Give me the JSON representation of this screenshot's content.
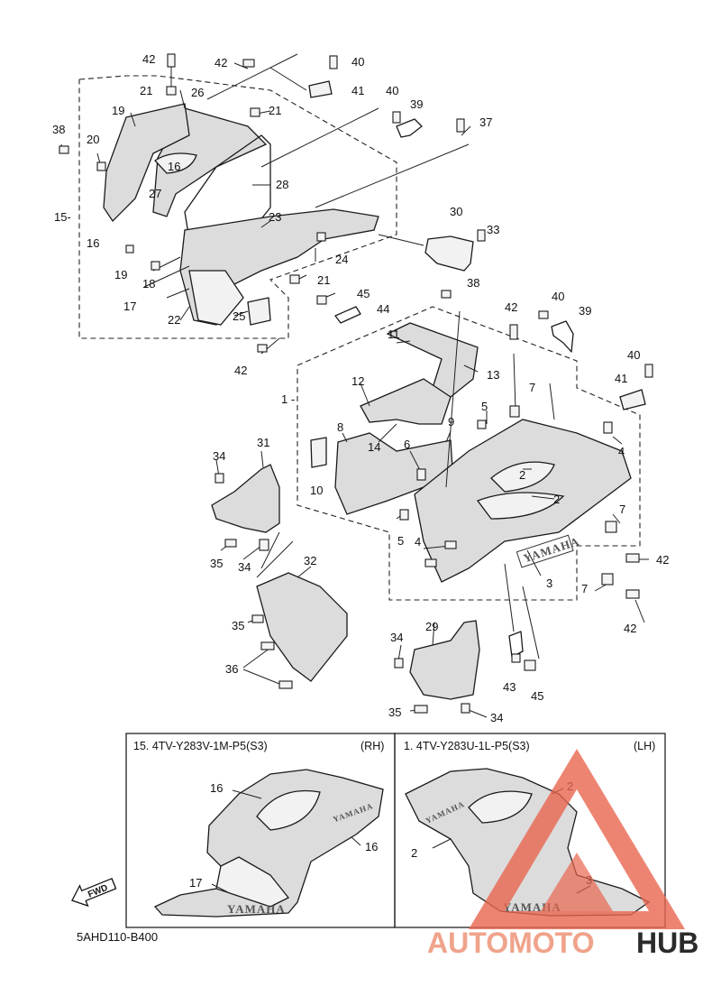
{
  "diagram_code": "5AHD110-B400",
  "fwd_label": "FWD",
  "callouts": {
    "c42a": "42",
    "c42b": "42",
    "c40a": "40",
    "c41a": "41",
    "c21a": "21",
    "c26": "26",
    "c21b": "21",
    "c19a": "19",
    "c38a": "38",
    "c20": "20",
    "c40b": "40",
    "c39a": "39",
    "c37": "37",
    "c16a": "16",
    "c28": "28",
    "c27": "27",
    "c15": "15-",
    "c16b": "16",
    "c23": "23",
    "c30": "30",
    "c33": "33",
    "c19b": "19",
    "c24": "24",
    "c18": "18",
    "c21c": "21",
    "c17a": "17",
    "c22": "22",
    "c25": "25",
    "c45a": "45",
    "c44": "44",
    "c38b": "38",
    "c42c": "42",
    "c40c": "40",
    "c39b": "39",
    "c11": "11",
    "c42d": "42",
    "c40d": "40",
    "c13": "13",
    "c41b": "41",
    "c1": "1 -",
    "c12": "12",
    "c7a": "7",
    "c5a": "5",
    "c8": "8",
    "c9": "9",
    "c14": "14",
    "c6": "6",
    "c4a": "4",
    "c2a": "2",
    "c31": "31",
    "c34a": "34",
    "c10": "10",
    "c2b": "2",
    "c7b": "7",
    "c5b": "5",
    "c4b": "4",
    "c42e": "42",
    "c35a": "35",
    "c34b": "34",
    "c32": "32",
    "c3a": "3",
    "c7c": "7",
    "c42f": "42",
    "c35b": "35",
    "c36": "36",
    "c29": "29",
    "c34c": "34",
    "c43": "43",
    "c45b": "45",
    "c35c": "35",
    "c34d": "34",
    "c16c": "16",
    "c16d": "16",
    "c17b": "17",
    "c2c": "2",
    "c2d": "2",
    "c3b": "3"
  },
  "detail_boxes": {
    "right": {
      "title": "15. 4TV-Y283V-1M-P5(S3)",
      "side": "(RH)"
    },
    "left": {
      "title": "1. 4TV-Y283U-1L-P5(S3)",
      "side": "(LH)"
    }
  },
  "brand_marks": {
    "yamaha": "YAMAHA"
  },
  "watermark": {
    "part1": "AUTOMOTO",
    "part2": "HUB"
  },
  "colors": {
    "watermark_red": "#e8654f",
    "watermark_peach": "#f0a38b",
    "ink": "#1a1a1a"
  }
}
